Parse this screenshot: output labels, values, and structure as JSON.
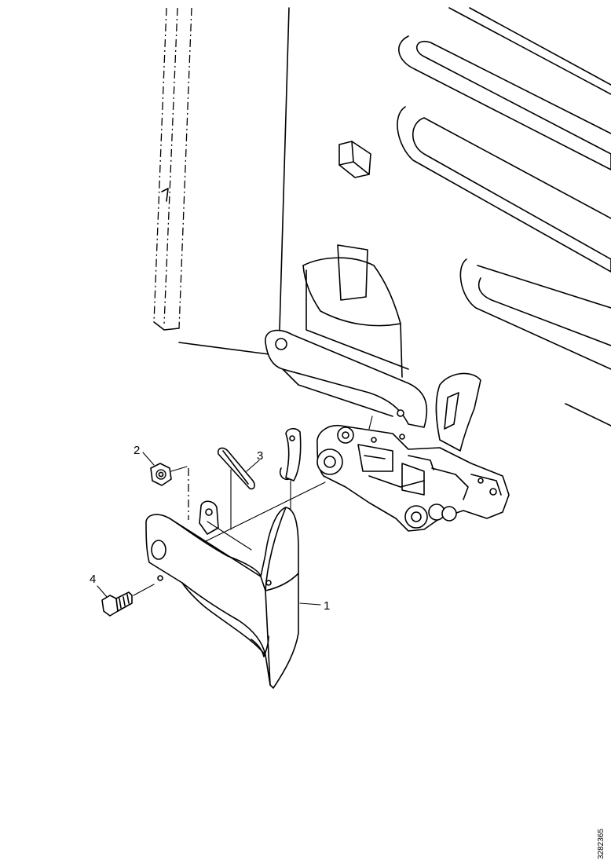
{
  "diagram": {
    "callouts": [
      {
        "id": "1",
        "label": "1",
        "part": "bracket"
      },
      {
        "id": "2",
        "label": "2",
        "part": "nut"
      },
      {
        "id": "3",
        "label": "3",
        "part": "clip"
      },
      {
        "id": "4",
        "label": "4",
        "part": "bolt"
      }
    ],
    "reference_number": "3282365"
  }
}
